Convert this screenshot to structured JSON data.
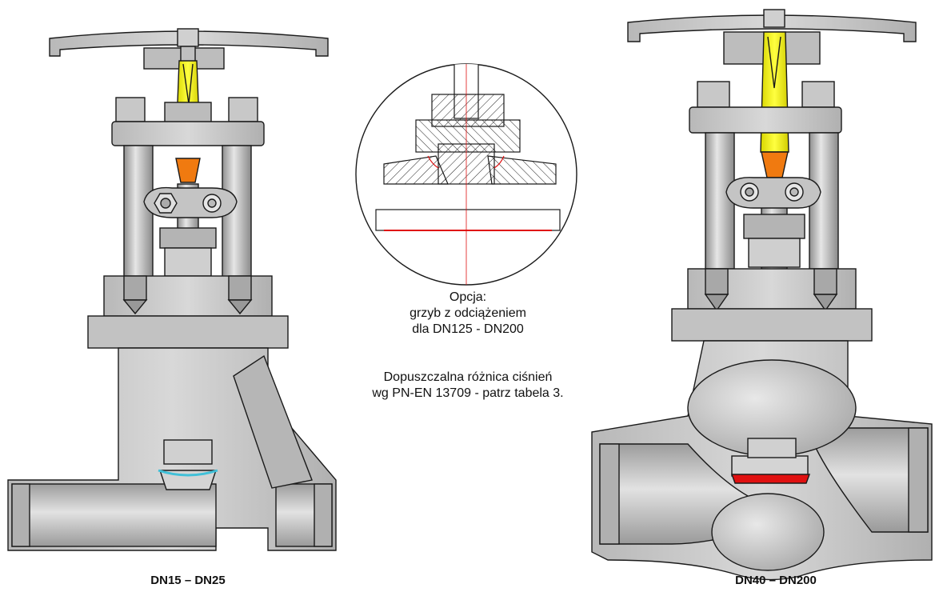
{
  "captions": {
    "left": "DN15 – DN25",
    "right": "DN40 – DN200"
  },
  "option_note": {
    "line1": "Opcja:",
    "line2": "grzyb z odciążeniem",
    "line3": "dla DN125 - DN200"
  },
  "pressure_note": {
    "line1": "Dopuszczalna różnica ciśnień",
    "line2": "wg PN-EN 13709 - patrz tabela 3."
  },
  "colors": {
    "metal": "#c9c9c9",
    "metal_dark": "#9a9a9a",
    "outline": "#1a1a1a",
    "stem_yellow": "#f2f000",
    "stem_orange": "#f07a10",
    "seat_red": "#e01010",
    "seat_cyan": "#40c0d8"
  }
}
